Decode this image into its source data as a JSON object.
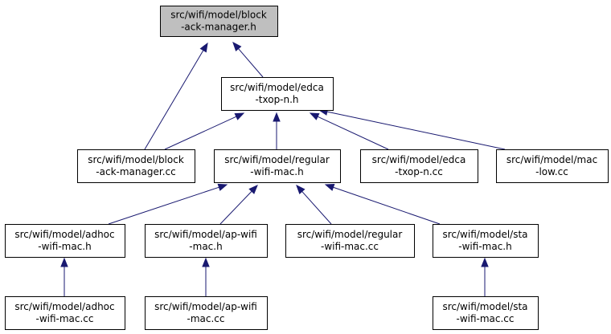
{
  "colors": {
    "highlight_fill": "#bfbfbf",
    "node_fill": "#ffffff",
    "border": "#000000",
    "edge": "#191970"
  },
  "nodes": {
    "block_ack_manager_h": {
      "lines": [
        "src/wifi/model/block",
        "-ack-manager.h"
      ],
      "highlighted": true
    },
    "edca_txop_n_h": {
      "lines": [
        "src/wifi/model/edca",
        "-txop-n.h"
      ]
    },
    "block_ack_manager_cc": {
      "lines": [
        "src/wifi/model/block",
        "-ack-manager.cc"
      ]
    },
    "regular_wifi_mac_h": {
      "lines": [
        "src/wifi/model/regular",
        "-wifi-mac.h"
      ]
    },
    "edca_txop_n_cc": {
      "lines": [
        "src/wifi/model/edca",
        "-txop-n.cc"
      ]
    },
    "mac_low_cc": {
      "lines": [
        "src/wifi/model/mac",
        "-low.cc"
      ]
    },
    "adhoc_wifi_mac_h": {
      "lines": [
        "src/wifi/model/adhoc",
        "-wifi-mac.h"
      ]
    },
    "ap_wifi_mac_h": {
      "lines": [
        "src/wifi/model/ap-wifi",
        "-mac.h"
      ]
    },
    "regular_wifi_mac_cc": {
      "lines": [
        "src/wifi/model/regular",
        "-wifi-mac.cc"
      ]
    },
    "sta_wifi_mac_h": {
      "lines": [
        "src/wifi/model/sta",
        "-wifi-mac.h"
      ]
    },
    "adhoc_wifi_mac_cc": {
      "lines": [
        "src/wifi/model/adhoc",
        "-wifi-mac.cc"
      ]
    },
    "ap_wifi_mac_cc": {
      "lines": [
        "src/wifi/model/ap-wifi",
        "-mac.cc"
      ]
    },
    "sta_wifi_mac_cc": {
      "lines": [
        "src/wifi/model/sta",
        "-wifi-mac.cc"
      ]
    }
  },
  "edges": [
    {
      "from": "edca_txop_n_h",
      "to": "block_ack_manager_h"
    },
    {
      "from": "block_ack_manager_cc",
      "to": "block_ack_manager_h"
    },
    {
      "from": "block_ack_manager_cc",
      "to": "edca_txop_n_h"
    },
    {
      "from": "regular_wifi_mac_h",
      "to": "edca_txop_n_h"
    },
    {
      "from": "edca_txop_n_cc",
      "to": "edca_txop_n_h"
    },
    {
      "from": "mac_low_cc",
      "to": "edca_txop_n_h"
    },
    {
      "from": "adhoc_wifi_mac_h",
      "to": "regular_wifi_mac_h"
    },
    {
      "from": "ap_wifi_mac_h",
      "to": "regular_wifi_mac_h"
    },
    {
      "from": "regular_wifi_mac_cc",
      "to": "regular_wifi_mac_h"
    },
    {
      "from": "sta_wifi_mac_h",
      "to": "regular_wifi_mac_h"
    },
    {
      "from": "adhoc_wifi_mac_cc",
      "to": "adhoc_wifi_mac_h"
    },
    {
      "from": "ap_wifi_mac_cc",
      "to": "ap_wifi_mac_h"
    },
    {
      "from": "sta_wifi_mac_cc",
      "to": "sta_wifi_mac_h"
    }
  ]
}
